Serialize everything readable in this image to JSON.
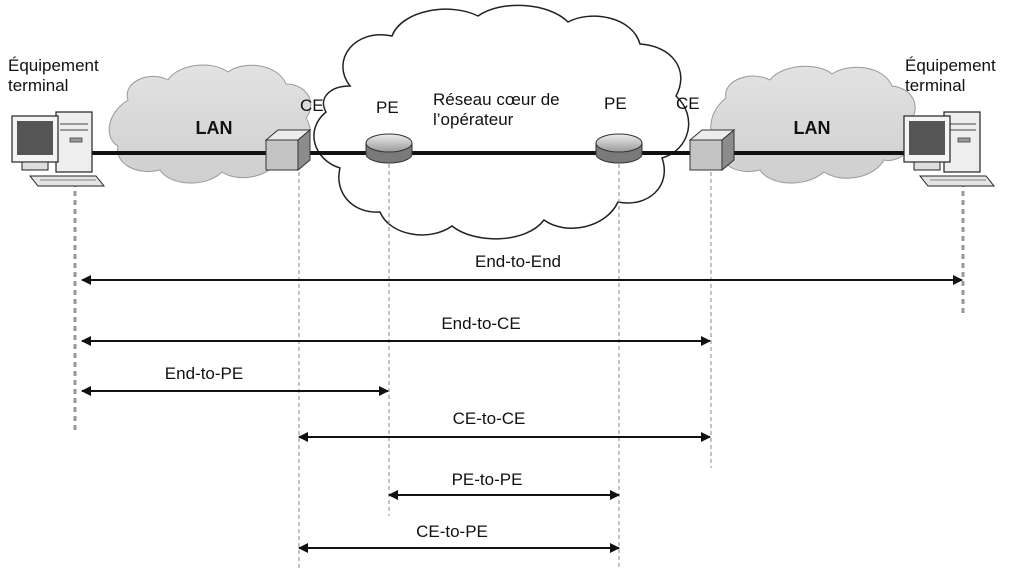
{
  "endpoints": {
    "left": {
      "line1": "Équipement",
      "line2": "terminal"
    },
    "right": {
      "line1": "Équipement",
      "line2": "terminal"
    }
  },
  "lan_left": "LAN",
  "lan_right": "LAN",
  "core": {
    "line1": "Réseau cœur de",
    "line2": "l’opérateur"
  },
  "nodes": {
    "ce_left": "CE",
    "pe_left": "PE",
    "pe_right": "PE",
    "ce_right": "CE"
  },
  "spans": [
    {
      "label": "End-to-End",
      "from": "end-left",
      "to": "end-right"
    },
    {
      "label": "End-to-CE",
      "from": "end-left",
      "to": "ce-right"
    },
    {
      "label": "End-to-PE",
      "from": "end-left",
      "to": "pe-left"
    },
    {
      "label": "CE-to-CE",
      "from": "ce-left",
      "to": "ce-right"
    },
    {
      "label": "PE-to-PE",
      "from": "pe-left",
      "to": "pe-right"
    },
    {
      "label": "CE-to-PE",
      "from": "ce-left",
      "to": "pe-right"
    }
  ]
}
